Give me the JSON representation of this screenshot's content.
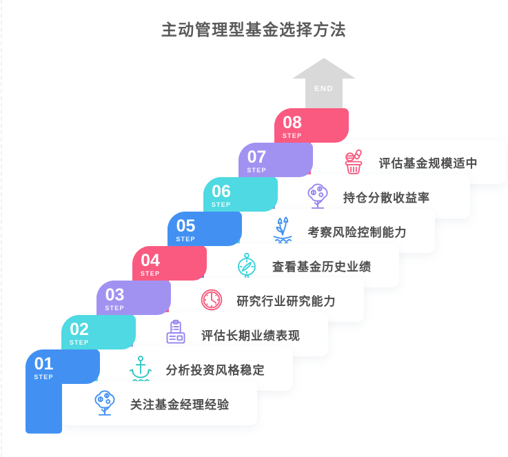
{
  "title": "主动管理型基金选择方法",
  "arrow": {
    "end_label": "END",
    "color": "#d9d9d9"
  },
  "steps": [
    {
      "number": "01",
      "step_label": "STEP",
      "label": "关注基金经理经验",
      "color": "#4291f2",
      "icon": "money-tree-icon",
      "icon_color": "#4291f2"
    },
    {
      "number": "02",
      "step_label": "STEP",
      "label": "分析投资风格稳定",
      "color": "#4fd9e2",
      "icon": "anchor-icon",
      "icon_color": "#2fc9c5"
    },
    {
      "number": "03",
      "step_label": "STEP",
      "label": "评估长期业绩表现",
      "color": "#a192f2",
      "icon": "printer-icon",
      "icon_color": "#9486f0"
    },
    {
      "number": "04",
      "step_label": "STEP",
      "label": "研究行业研究能力",
      "color": "#fa5a80",
      "icon": "clock-icon",
      "icon_color": "#f75c80"
    },
    {
      "number": "05",
      "step_label": "STEP",
      "label": "查看基金历史业绩",
      "color": "#4291f2",
      "icon": "compass-icon",
      "icon_color": "#3ad3de"
    },
    {
      "number": "06",
      "step_label": "STEP",
      "label": "考察风险控制能力",
      "color": "#4fd9e2",
      "icon": "plant-icon",
      "icon_color": "#4291f2"
    },
    {
      "number": "07",
      "step_label": "STEP",
      "label": "持仓分散收益率",
      "color": "#a192f2",
      "icon": "money-tree-icon",
      "icon_color": "#9486f0"
    },
    {
      "number": "08",
      "step_label": "STEP",
      "label": "评估基金规模适中",
      "color": "#fa5a80",
      "icon": "basket-icon",
      "icon_color": "#f75c80"
    }
  ]
}
